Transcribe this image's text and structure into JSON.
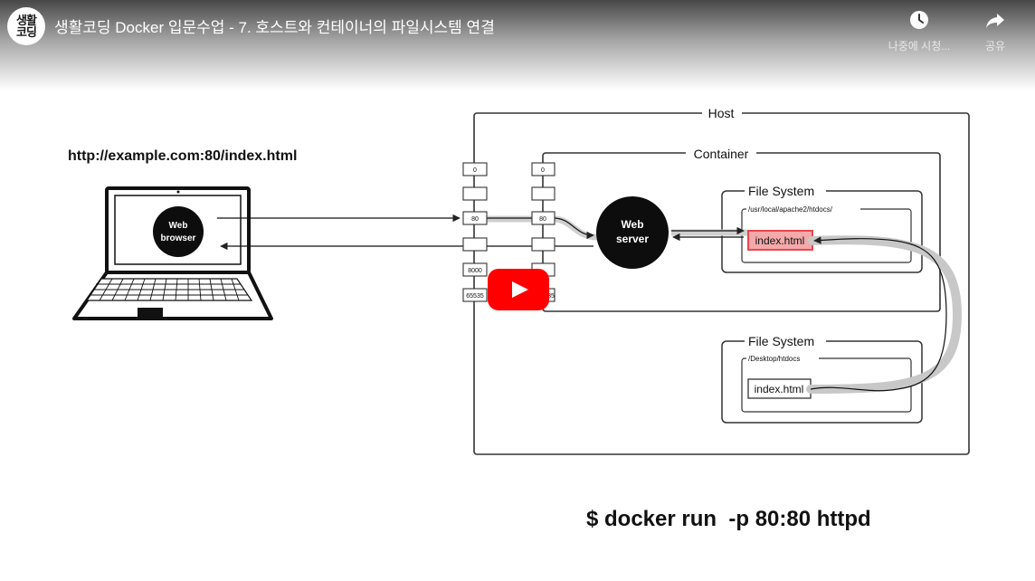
{
  "header": {
    "avatar_line1": "생활",
    "avatar_line2": "코딩",
    "title": "생활코딩 Docker 입문수업 - 7. 호스트와 컨테이너의 파일시스템 연결",
    "watch_later_label": "나중에 시청...",
    "share_label": "공유"
  },
  "diagram": {
    "url": "http://example.com:80/index.html",
    "host_label": "Host",
    "container_label": "Container",
    "web_browser_l1": "Web",
    "web_browser_l2": "browser",
    "web_server_l1": "Web",
    "web_server_l2": "server",
    "host_ports": [
      "0",
      "",
      "80",
      "",
      "8000",
      "65535"
    ],
    "container_ports": [
      "0",
      "",
      "80",
      "",
      "",
      "35"
    ],
    "container_fs_label": "File System",
    "container_fs_path": "/usr/local/apache2/htdocs/",
    "container_file": "index.html",
    "host_fs_label": "File System",
    "host_fs_path": "/Desktop/htdocs",
    "host_file": "index.html",
    "command": "$ docker run  -p 80:80 httpd"
  },
  "colors": {
    "play_red": "#ff0000",
    "highlight_fill": "#f4a9ab",
    "highlight_border": "#e8484e"
  }
}
